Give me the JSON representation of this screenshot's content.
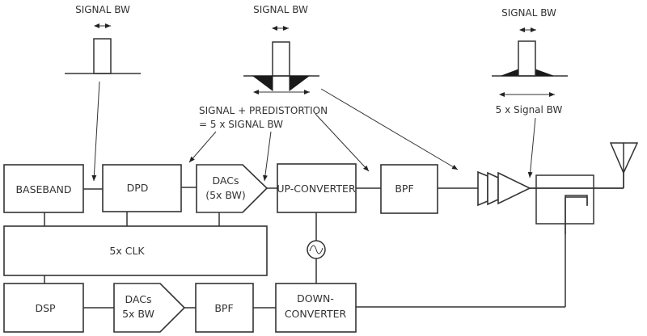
{
  "title": "DPD transmitter block diagram with 5x signal bandwidth observation path",
  "annotations": {
    "signal_bw_1": "SIGNAL BW",
    "signal_bw_2": "SIGNAL BW",
    "signal_bw_3": "SIGNAL BW",
    "predistortion_line1": "SIGNAL + PREDISTORTION",
    "predistortion_line2": "= 5 x SIGNAL BW",
    "five_x_signal_bw": "5 x Signal BW"
  },
  "blocks": {
    "baseband": "BASEBAND",
    "dpd": "DPD",
    "dacs_tx_line1": "DACs",
    "dacs_tx_line2": "(5x BW)",
    "up_converter": "UP-CONVERTER",
    "bpf_tx": "BPF",
    "clk": "5x CLK",
    "dsp": "DSP",
    "dacs_rx_line1": "DACs",
    "dacs_rx_line2": "5x BW",
    "bpf_rx": "BPF",
    "down_converter_line1": "DOWN-",
    "down_converter_line2": "CONVERTER"
  },
  "components": [
    "baseband",
    "dpd",
    "dacs-tx",
    "up-converter",
    "bpf-tx",
    "power-amplifier-chain",
    "coupler",
    "antenna",
    "local-oscillator",
    "5x-clk",
    "dsp",
    "dacs-rx",
    "bpf-rx",
    "down-converter"
  ],
  "colors": {
    "line": "#333333",
    "fill_dark": "#1a1a1a",
    "background": "#ffffff"
  }
}
